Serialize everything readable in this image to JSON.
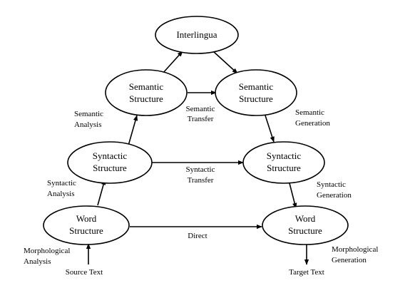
{
  "nodes": {
    "interlingua": [
      "Interlingua"
    ],
    "semantic_src": [
      "Semantic",
      "Structure"
    ],
    "semantic_tgt": [
      "Semantic",
      "Structure"
    ],
    "syntactic_src": [
      "Syntactic",
      "Structure"
    ],
    "syntactic_tgt": [
      "Syntactic",
      "Structure"
    ],
    "word_src": [
      "Word",
      "Structure"
    ],
    "word_tgt": [
      "Word",
      "Structure"
    ]
  },
  "edges": {
    "semantic_transfer": [
      "Semantic",
      "Transfer"
    ],
    "syntactic_transfer": [
      "Syntactic",
      "Transfer"
    ],
    "direct": [
      "Direct"
    ],
    "semantic_analysis": [
      "Semantic",
      "Analysis"
    ],
    "syntactic_analysis": [
      "Syntactic",
      "Analysis"
    ],
    "morphological_analysis": [
      "Morphological",
      "Analysis"
    ],
    "semantic_generation": [
      "Semantic",
      "Generation"
    ],
    "syntactic_generation": [
      "Syntactic",
      "Generation"
    ],
    "morphological_generation": [
      "Morphological",
      "Generation"
    ]
  },
  "terminals": {
    "source_text": "Source Text",
    "target_text": "Target Text"
  }
}
